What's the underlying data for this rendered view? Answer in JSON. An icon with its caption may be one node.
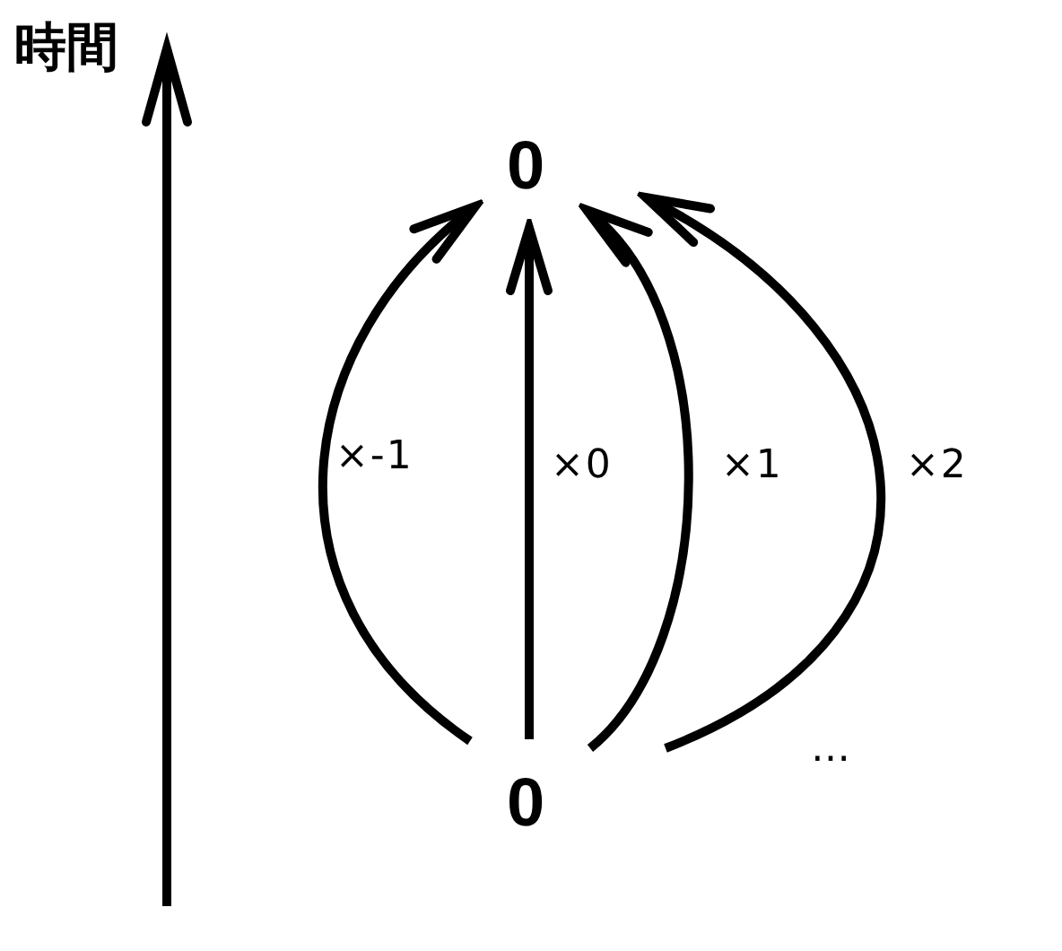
{
  "diagram": {
    "nodes": [
      {
        "text": [
          "0"
        ]
      },
      {
        "text": [
          "0"
        ]
      }
    ],
    "edges": [
      {
        "from": 1,
        "to": 0,
        "arrow": "to",
        "label": "×-1"
      },
      {
        "from": 1,
        "to": 0,
        "arrow": "to",
        "label": "×0"
      },
      {
        "from": 1,
        "to": 0,
        "arrow": "to",
        "label": "×1"
      },
      {
        "from": 1,
        "to": 0,
        "arrow": "to",
        "label": "×2"
      }
    ],
    "labels": [
      "時間",
      "…"
    ]
  }
}
